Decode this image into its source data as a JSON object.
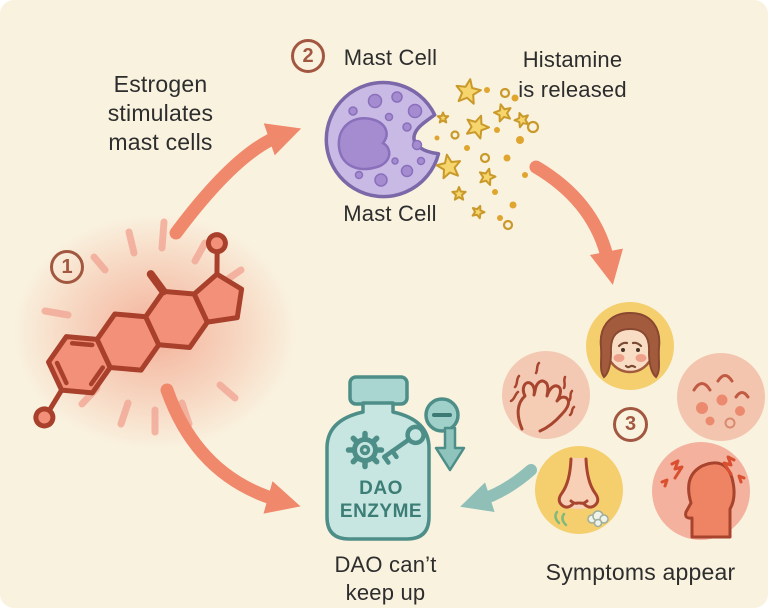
{
  "background_color": "#f9f2df",
  "steps": {
    "one": {
      "number": "1",
      "label": "Estrogen\nstimulates\nmast cells"
    },
    "two": {
      "number": "2",
      "label": "Mast Cell"
    },
    "three": {
      "number": "3",
      "label": "Symptoms appear"
    }
  },
  "labels": {
    "mast_cell_bottom": "Mast Cell",
    "histamine": "Histamine\nis released",
    "dao_bottle": "DAO\nENZYME",
    "dao_caption": "DAO can’t\nkeep up"
  },
  "icons": {
    "estrogen-molecule-icon": "steroid hexagon-ring molecule with OH groups",
    "mast-cell-icon": "purple granulated cell with open notch",
    "histamine-stars-icon": "yellow stars and dots spray",
    "itching-hand-icon": "scratching hand",
    "flushed-face-icon": "flushed worried face",
    "skin-rash-icon": "red hive bumps",
    "sneezing-nose-icon": "nose with sneeze puffs",
    "headache-head-icon": "head profile with pain bolts",
    "dao-bottle-icon": "supplement bottle",
    "gear-icon": "gear",
    "key-icon": "key",
    "minus-icon": "−",
    "down-arrow-icon": "↓"
  },
  "colors": {
    "background": "#f9f2df",
    "arrow_salmon": "#f0886c",
    "arrow_teal": "#8fbfb7",
    "teal_dark": "#4e8e88",
    "bottle_fill": "#c8e6e1",
    "badge_brown": "#a25840",
    "text": "#2d2d2d",
    "molecule_fill": "#f29079",
    "molecule_stroke": "#a8402c",
    "glow": "#f2a08a",
    "mast_cell_fill": "#c9b9e5",
    "mast_cell_stroke": "#7b68a8",
    "granule_purple": "#a58bd0",
    "star_fill": "#f6d56d",
    "star_stroke": "#c9992a",
    "circle_yellow": "#f5cf6e",
    "circle_peach": "#f3c9b3",
    "circle_rose": "#f3b19e"
  }
}
